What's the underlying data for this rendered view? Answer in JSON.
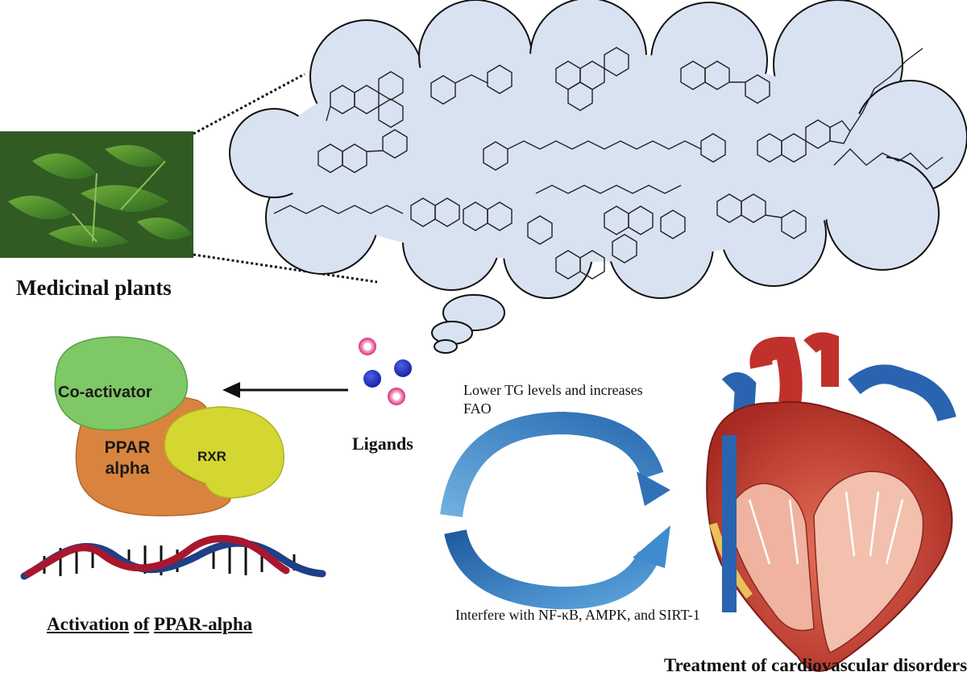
{
  "plant": {
    "title": "Medicinal plants"
  },
  "ligands": {
    "label": "Ligands"
  },
  "receptor": {
    "coactivator": "Co-activator",
    "ppar": "PPAR alpha",
    "rxr": "RXR"
  },
  "activation": {
    "word1": "Activation",
    "word2": "of",
    "word3": "PPAR-alpha"
  },
  "effects": {
    "upper": "Lower TG levels and increases FAO",
    "lower": "Interfere with NF-κB, AMPK, and SIRT-1"
  },
  "treatment": {
    "label": "Treatment of cardiovascular disorders"
  },
  "colors": {
    "cloud_fill": "#d9e2f1",
    "coactivator": "#7ec865",
    "ppar": "#d9843e",
    "rxr": "#d4d632",
    "dna_red": "#a8172e",
    "dna_blue": "#1f3f86",
    "arrow_blue": "#3b82c4",
    "heart_red": "#c0312b",
    "vessel_blue": "#2a64b0"
  }
}
